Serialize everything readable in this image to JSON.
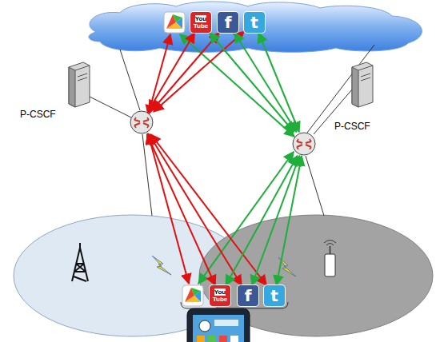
{
  "diagram": {
    "nodes": [
      {
        "text": [
          "You Tube"
        ]
      },
      {
        "text": [
          "f"
        ]
      },
      {
        "text": [
          "t"
        ]
      },
      {
        "text": [
          "P-CSCF"
        ]
      },
      {
        "text": [
          "P-CSCF"
        ]
      },
      {
        "text": [
          "You Tube"
        ]
      },
      {
        "text": [
          "f"
        ]
      },
      {
        "text": [
          "t"
        ]
      }
    ],
    "edges": [
      {
        "from": 3,
        "to": 0,
        "arrow": "both"
      },
      {
        "from": 3,
        "to": 1,
        "arrow": "both"
      },
      {
        "from": 3,
        "to": 2,
        "arrow": "both"
      },
      {
        "from": 4,
        "to": 0,
        "arrow": "both"
      },
      {
        "from": 4,
        "to": 1,
        "arrow": "both"
      },
      {
        "from": 4,
        "to": 2,
        "arrow": "both"
      },
      {
        "from": 3,
        "to": 5,
        "arrow": "both"
      },
      {
        "from": 3,
        "to": 6,
        "arrow": "both"
      },
      {
        "from": 3,
        "to": 7,
        "arrow": "both"
      },
      {
        "from": 4,
        "to": 5,
        "arrow": "both"
      },
      {
        "from": 4,
        "to": 6,
        "arrow": "both"
      },
      {
        "from": 4,
        "to": 7,
        "arrow": "both"
      }
    ]
  }
}
